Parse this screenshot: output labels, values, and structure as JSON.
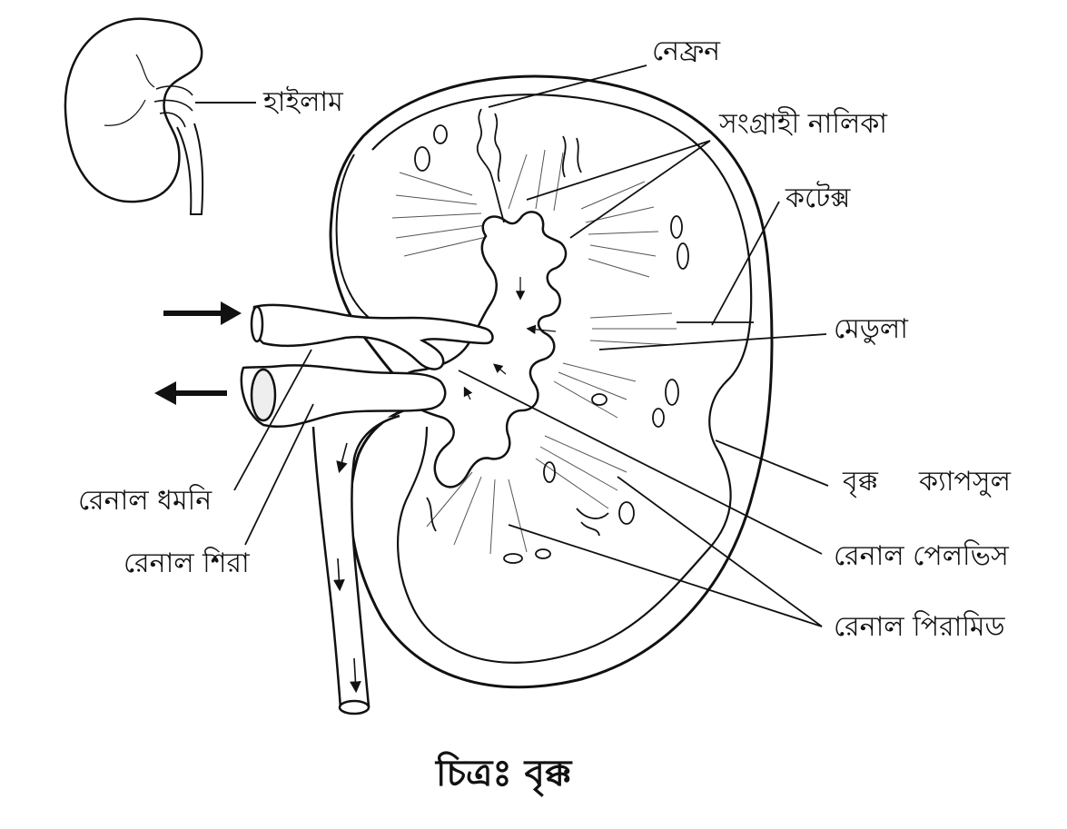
{
  "diagram": {
    "caption": "চিত্রঃ বৃক্ক",
    "labels": {
      "hilum": "হাইলাম",
      "nephron": "নেফ্রন",
      "collecting_duct": "সংগ্রাহী নালিকা",
      "cortex": "কটেক্স",
      "medulla": "মেডুলা",
      "capsule_1": "বৃক্ক",
      "capsule_2": "ক্যাপসুল",
      "renal_pelvis": "রেনাল পেলভিস",
      "renal_pyramid": "রেনাল পিরামিড",
      "renal_artery": "রেনাল ধমনি",
      "renal_vein": "রেনাল শিরা"
    }
  }
}
